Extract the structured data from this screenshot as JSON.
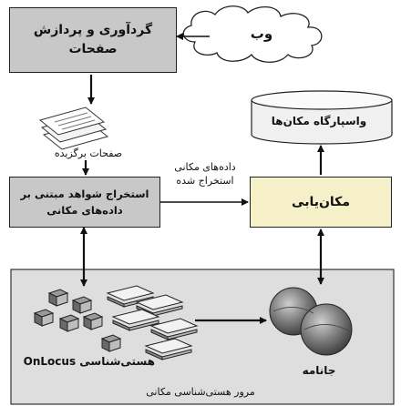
{
  "nodes": {
    "collect": "گردآوری و پردازش صفحات",
    "web": "وب",
    "selected_pages": "صفحات برگزیده",
    "extract": "استخراج شواهد مبتنی بر داده‌های مکانی",
    "extracted_data": "داده‌های مکانی استخراج شده",
    "repository": "واسپارگاه مکان‌ها",
    "geolocation": "مکان‌یابی",
    "ontology": "هستی‌شناسی OnLocus",
    "gazetteer": "جانامه",
    "ontology_review": "مرور هستی‌شناسی مکانی"
  },
  "colors": {
    "collect_fill": "#c8c8c8",
    "extract_fill": "#c8c8c8",
    "geolocation_fill": "#f5f0c8",
    "bottom_panel_fill": "#dedede",
    "repository_fill": "#f0f0f0",
    "gazetteer_sphere": "#7a7a7a"
  },
  "icons": {
    "cloud": "cloud-icon",
    "documents": "document-stack-icon",
    "database": "database-cylinder-icon",
    "boxes": "ontology-boxes-icon",
    "spheres": "gazetteer-spheres-icon"
  }
}
